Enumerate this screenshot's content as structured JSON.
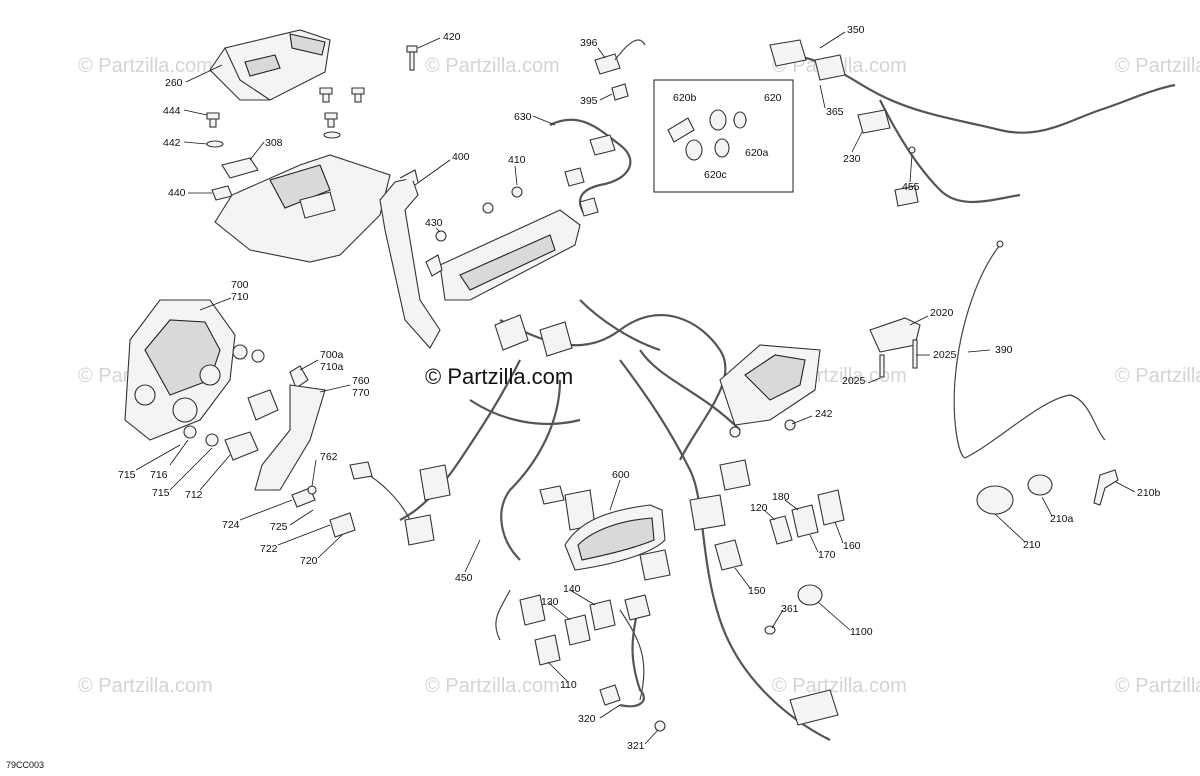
{
  "watermarks": {
    "repeat_text": "© Partzilla.com",
    "main_text": "© Partzilla.com"
  },
  "diagram_code": "79CC003",
  "callouts": [
    {
      "id": "c420",
      "text": "420"
    },
    {
      "id": "c396",
      "text": "396"
    },
    {
      "id": "c350",
      "text": "350"
    },
    {
      "id": "c260",
      "text": "260"
    },
    {
      "id": "c444",
      "text": "444"
    },
    {
      "id": "c442",
      "text": "442"
    },
    {
      "id": "c308",
      "text": "308"
    },
    {
      "id": "c440",
      "text": "440"
    },
    {
      "id": "c395",
      "text": "395"
    },
    {
      "id": "c630",
      "text": "630"
    },
    {
      "id": "c620b",
      "text": "620b"
    },
    {
      "id": "c620",
      "text": "620"
    },
    {
      "id": "c620a",
      "text": "620a"
    },
    {
      "id": "c620c",
      "text": "620c"
    },
    {
      "id": "c365",
      "text": "365"
    },
    {
      "id": "c230",
      "text": "230"
    },
    {
      "id": "c455",
      "text": "455"
    },
    {
      "id": "c400",
      "text": "400"
    },
    {
      "id": "c410",
      "text": "410"
    },
    {
      "id": "c430",
      "text": "430"
    },
    {
      "id": "c700",
      "text": "700"
    },
    {
      "id": "c710",
      "text": "710"
    },
    {
      "id": "c700a",
      "text": "700a"
    },
    {
      "id": "c710a",
      "text": "710a"
    },
    {
      "id": "c760",
      "text": "760"
    },
    {
      "id": "c770",
      "text": "770"
    },
    {
      "id": "c2020",
      "text": "2020"
    },
    {
      "id": "c2025a",
      "text": "2025"
    },
    {
      "id": "c2025b",
      "text": "2025"
    },
    {
      "id": "c390",
      "text": "390"
    },
    {
      "id": "c242",
      "text": "242"
    },
    {
      "id": "c762",
      "text": "762"
    },
    {
      "id": "c715a",
      "text": "715"
    },
    {
      "id": "c716",
      "text": "716"
    },
    {
      "id": "c715b",
      "text": "715"
    },
    {
      "id": "c712",
      "text": "712"
    },
    {
      "id": "c724",
      "text": "724"
    },
    {
      "id": "c725",
      "text": "725"
    },
    {
      "id": "c722",
      "text": "722"
    },
    {
      "id": "c720",
      "text": "720"
    },
    {
      "id": "c600",
      "text": "600"
    },
    {
      "id": "c120",
      "text": "120"
    },
    {
      "id": "c180",
      "text": "180"
    },
    {
      "id": "c170",
      "text": "170"
    },
    {
      "id": "c160",
      "text": "160"
    },
    {
      "id": "c210b",
      "text": "210b"
    },
    {
      "id": "c210a",
      "text": "210a"
    },
    {
      "id": "c210",
      "text": "210"
    },
    {
      "id": "c450",
      "text": "450"
    },
    {
      "id": "c150",
      "text": "150"
    },
    {
      "id": "c140",
      "text": "140"
    },
    {
      "id": "c130",
      "text": "130"
    },
    {
      "id": "c361",
      "text": "361"
    },
    {
      "id": "c1100",
      "text": "1100"
    },
    {
      "id": "c110",
      "text": "110"
    },
    {
      "id": "c320",
      "text": "320"
    },
    {
      "id": "c321",
      "text": "321"
    }
  ]
}
